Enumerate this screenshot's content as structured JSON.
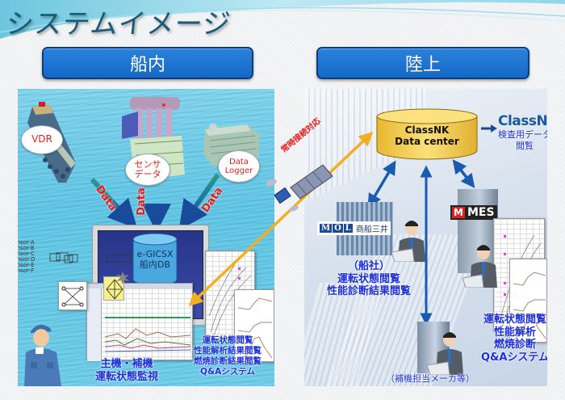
{
  "title": "システムイメージ",
  "sections": {
    "ship": {
      "label": "船内"
    },
    "land": {
      "label": "陸上"
    }
  },
  "ship": {
    "sources": [
      {
        "name": "VDR",
        "lines": [
          "VDR"
        ]
      },
      {
        "name": "sensor-data",
        "lines": [
          "センサ",
          "データ"
        ]
      },
      {
        "name": "data-logger",
        "lines": [
          "Data",
          "Logger"
        ]
      }
    ],
    "data_arrow_label": "Data",
    "db": {
      "lines": [
        "e-GICSX",
        "船内DB"
      ]
    },
    "sensors": [
      "Sensor-A",
      "Sensor-B",
      "Sensor-C",
      "Sensor-D",
      "Sensor-E",
      "Sensor-F"
    ],
    "monitor_caption": [
      "主機・補機",
      "運転状態監視"
    ],
    "functions_caption": [
      "運転状態閲覧",
      "性能解析結果閲覧",
      "燃焼診断結果閲覧",
      "Q&Aシステム"
    ]
  },
  "link": {
    "label": "常時接続対応"
  },
  "land": {
    "datacenter": {
      "lines": [
        "ClassNK",
        "Data center"
      ]
    },
    "classnk": {
      "logo": "ClassNK",
      "caption": [
        "検査用データ",
        "閲覧"
      ]
    },
    "mol": {
      "logo_letters": [
        "M",
        "O",
        "L"
      ],
      "logo_text": "商船三井",
      "caption": [
        "（船社）",
        "運転状態閲覧",
        "性能診断結果閲覧"
      ]
    },
    "mes": {
      "logo_mark": "M",
      "logo_text": "MES",
      "caption": [
        "運転状態閲覧",
        "性能解析",
        "燃焼診断",
        "Q&Aシステム"
      ]
    },
    "maker": {
      "caption": "（補機担当メーカ等）"
    }
  },
  "colors": {
    "header_blue": "#1a72d2",
    "caption_blue": "#1c2fd8",
    "label_red": "#e81818",
    "db_yellow": "#f7cf4a",
    "db_blue": "#4aa8e0",
    "classnk_blue": "#1a5aa0"
  }
}
